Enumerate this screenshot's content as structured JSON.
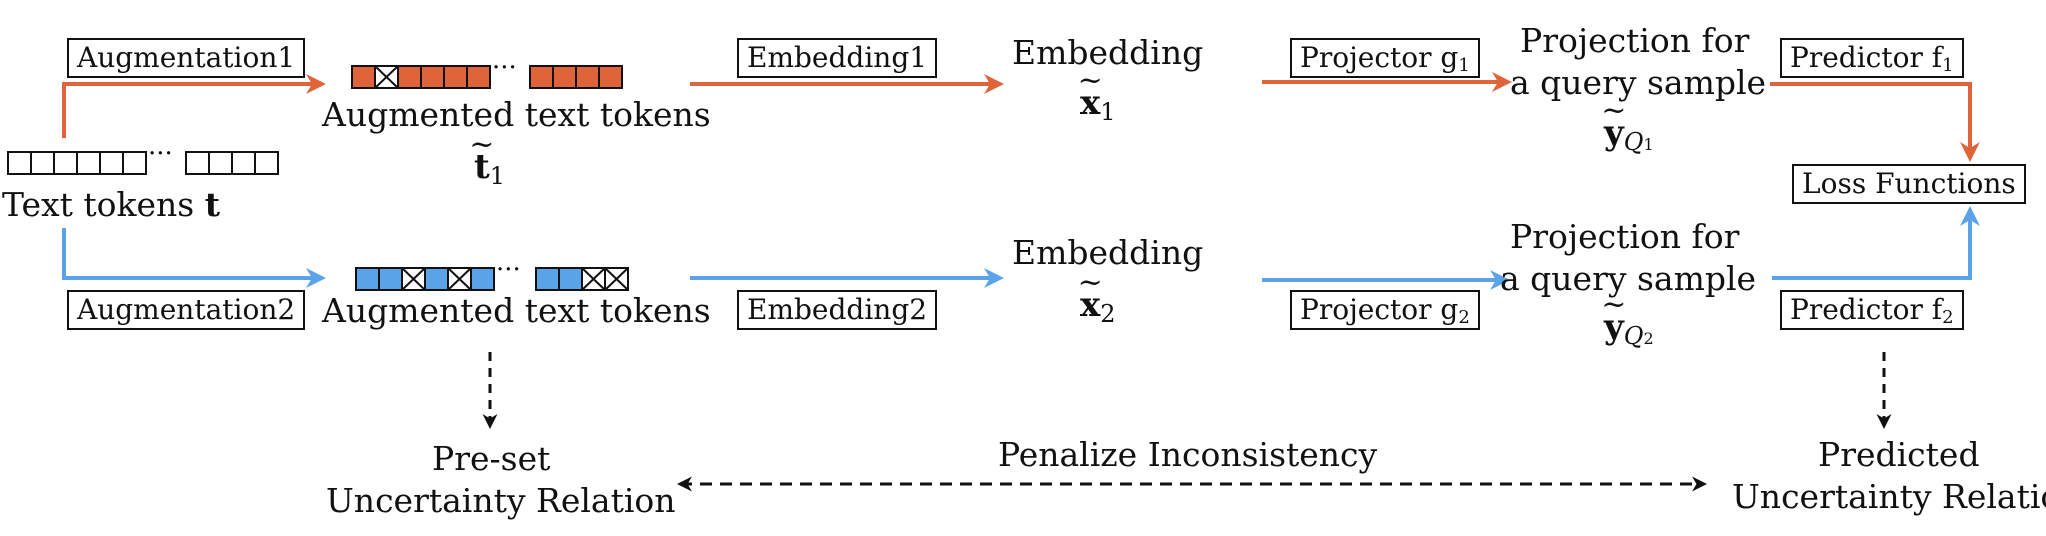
{
  "colors": {
    "orange": "#E0643A",
    "blue": "#5AA3E8",
    "black": "#111111",
    "hatch": "#ffffff"
  },
  "top": {
    "augmentation": "Augmentation1",
    "tokens_label": "Augmented text tokens",
    "tokens_symbol": "t",
    "tokens_sub": "1",
    "embedding_box": "Embedding1",
    "embedding_title": "Embedding",
    "embedding_symbol": "x",
    "embedding_sub": "1",
    "projector_box": "Projector g",
    "projector_sub": "1",
    "projection_line1": "Projection for",
    "projection_line2": "a query sample",
    "projection_symbol": "y",
    "projection_sub": "Q",
    "projection_subsub": "1",
    "predictor_box": "Predictor f",
    "predictor_sub": "1"
  },
  "bottom": {
    "augmentation": "Augmentation2",
    "tokens_label": "Augmented text tokens",
    "embedding_box": "Embedding2",
    "embedding_title": "Embedding",
    "embedding_symbol": "x",
    "embedding_sub": "2",
    "projector_box": "Projector g",
    "projector_sub": "2",
    "projection_line1": "Projection for",
    "projection_line2": "a query sample",
    "projection_symbol": "y",
    "projection_sub": "Q",
    "projection_subsub": "2",
    "predictor_box": "Predictor f",
    "predictor_sub": "2"
  },
  "input": {
    "label": "Text tokens",
    "symbol": "t"
  },
  "loss": "Loss Functions",
  "preset": {
    "line1": "Pre-set",
    "line2": "Uncertainty Relation"
  },
  "predicted": {
    "line1": "Predicted",
    "line2": "Uncertainty Relation"
  },
  "penalize": "Penalize Inconsistency",
  "ellipsis": "···"
}
